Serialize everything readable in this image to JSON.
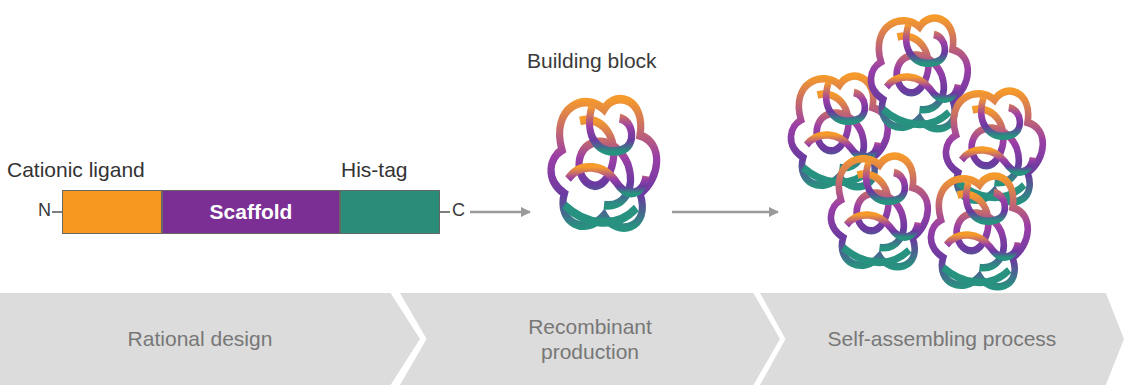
{
  "diagram": {
    "nodes": [
      {
        "text": [
          "Cationic ligand"
        ]
      },
      {
        "text": [
          "Scaffold"
        ]
      },
      {
        "text": [
          "His-tag"
        ]
      },
      {
        "text": [
          "Rational design"
        ]
      },
      {
        "text": [
          "Recombinant production"
        ]
      },
      {
        "text": [
          "Self-assembling process"
        ]
      }
    ],
    "labels": [
      "N",
      "C",
      "Building block"
    ]
  }
}
